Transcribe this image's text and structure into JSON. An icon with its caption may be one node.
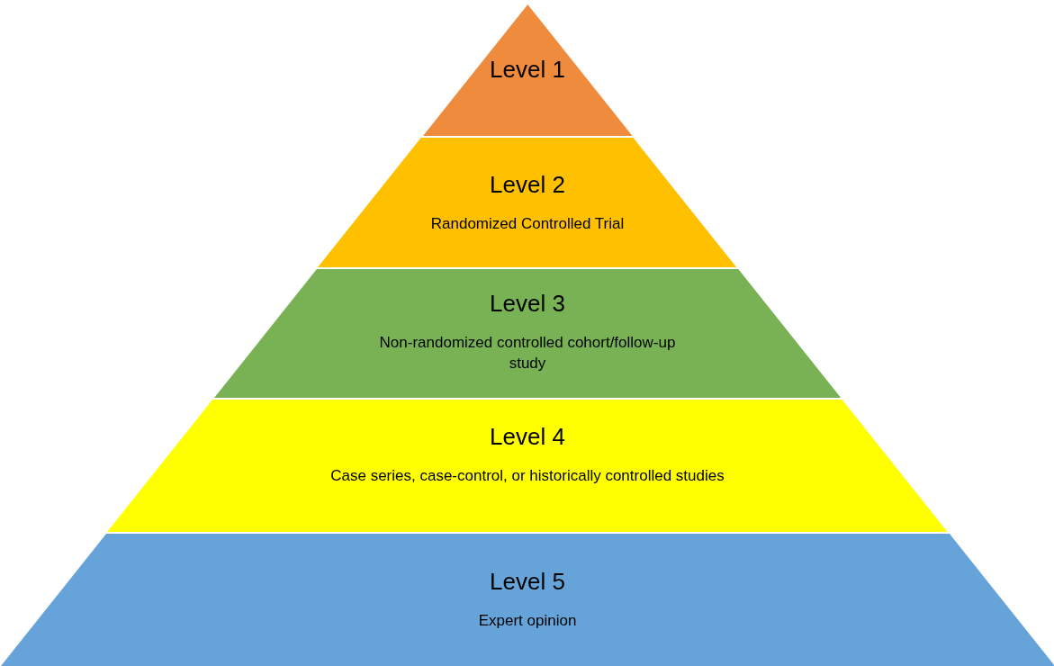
{
  "diagram": {
    "nodes": [
      {
        "text": [
          "Level 1"
        ]
      },
      {
        "text": [
          "Level 2",
          "Randomized Controlled Trial"
        ]
      },
      {
        "text": [
          "Level 3",
          "Non-randomized controlled cohort/follow-up study"
        ]
      },
      {
        "text": [
          "Level 4",
          "Case series, case-control, or historically controlled studies"
        ]
      },
      {
        "text": [
          "Level 5",
          "Expert opinion"
        ]
      }
    ]
  }
}
